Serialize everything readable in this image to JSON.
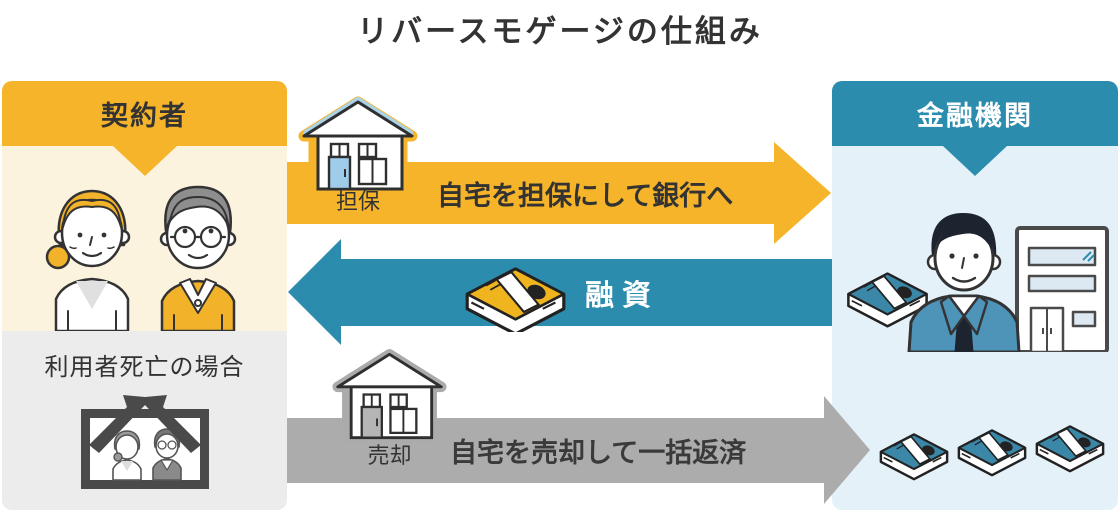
{
  "title": "リバースモゲージの仕組み",
  "left_panel": {
    "header": "契約者",
    "death_section_label": "利用者死亡の場合",
    "illustrations": [
      "elderly-couple-illustration",
      "memorial-photo-illustration"
    ]
  },
  "right_panel": {
    "header": "金融機関",
    "illustrations": [
      "bank-employee-illustration",
      "bank-building-icon",
      "money-stacks-illustration"
    ]
  },
  "flows": {
    "collateral": {
      "label": "自宅を担保にして銀行へ",
      "icon": "house-collateral-icon",
      "icon_label": "担保",
      "direction": "right",
      "color": "#F6B42A"
    },
    "loan": {
      "label": "融資",
      "icon": "money-bundle-icon",
      "direction": "left",
      "color": "#2B8CAD"
    },
    "repayment": {
      "label": "自宅を売却して一括返済",
      "icon": "house-sale-icon",
      "icon_label": "売却",
      "direction": "right",
      "color": "#ACACAC"
    }
  },
  "colors": {
    "yellow": "#F6B42A",
    "cream": "#FCF3DF",
    "teal": "#2B8CAD",
    "light_blue": "#E4F1F9",
    "gray_arrow": "#ACACAC",
    "light_gray": "#ECECEC",
    "text_dark": "#333333",
    "banknote_yellow": "#F0B41E",
    "banknote_blue": "#3A87A8"
  }
}
